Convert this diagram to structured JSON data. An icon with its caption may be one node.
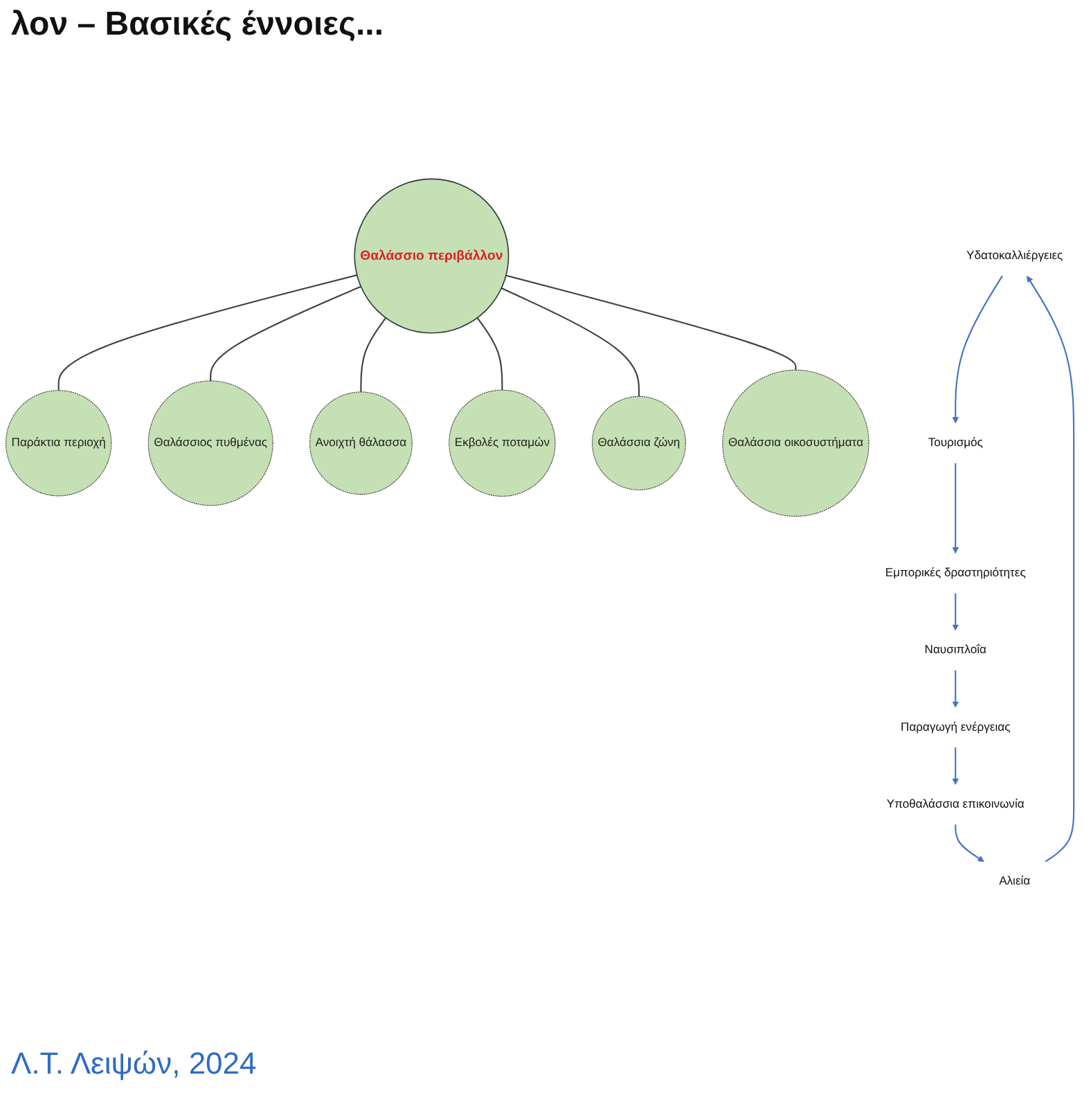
{
  "diagram": {
    "title": "λον – Βασικές έννοιες...",
    "nodes": [
      {
        "text": [
          "Θαλάσσιο περιβάλλον"
        ]
      },
      {
        "text": [
          "Παράκτια περιοχή"
        ]
      },
      {
        "text": [
          "Θαλάσσιος πυθμένας"
        ]
      },
      {
        "text": [
          "Ανοιχτή θάλασσα"
        ]
      },
      {
        "text": [
          "Εκβολές ποταμών"
        ]
      },
      {
        "text": [
          "Θαλάσσια ζώνη"
        ]
      },
      {
        "text": [
          "Θαλάσσια οικοσυστήματα"
        ]
      },
      {
        "text": [
          "Υδατοκαλλιέργειες"
        ]
      },
      {
        "text": [
          "Τουρισμός"
        ]
      },
      {
        "text": [
          "Εμπορικές δραστηριότητες"
        ]
      },
      {
        "text": [
          "Ναυσιπλοΐα"
        ]
      },
      {
        "text": [
          "Παραγωγή ενέργειας"
        ]
      },
      {
        "text": [
          "Υποθαλάσσια επικοινωνία"
        ]
      },
      {
        "text": [
          "Αλιεία"
        ]
      }
    ],
    "edges": [
      {
        "from": 0,
        "to": 1,
        "arrow": "none",
        "color": "#404040"
      },
      {
        "from": 0,
        "to": 2,
        "arrow": "none",
        "color": "#404040"
      },
      {
        "from": 0,
        "to": 3,
        "arrow": "none",
        "color": "#404040"
      },
      {
        "from": 0,
        "to": 4,
        "arrow": "none",
        "color": "#404040"
      },
      {
        "from": 0,
        "to": 5,
        "arrow": "none",
        "color": "#404040"
      },
      {
        "from": 0,
        "to": 6,
        "arrow": "none",
        "color": "#404040"
      },
      {
        "from": 7,
        "to": 8,
        "arrow": "to",
        "color": "#4472c4"
      },
      {
        "from": 8,
        "to": 9,
        "arrow": "to",
        "color": "#4472c4"
      },
      {
        "from": 9,
        "to": 10,
        "arrow": "to",
        "color": "#4472c4"
      },
      {
        "from": 10,
        "to": 11,
        "arrow": "to",
        "color": "#4472c4"
      },
      {
        "from": 11,
        "to": 12,
        "arrow": "to",
        "color": "#4472c4"
      },
      {
        "from": 12,
        "to": 13,
        "arrow": "to",
        "color": "#4472c4"
      },
      {
        "from": 13,
        "to": 7,
        "arrow": "to",
        "color": "#4472c4"
      }
    ],
    "labels": [
      "Λ.Τ. Λειψών, 2024"
    ]
  }
}
